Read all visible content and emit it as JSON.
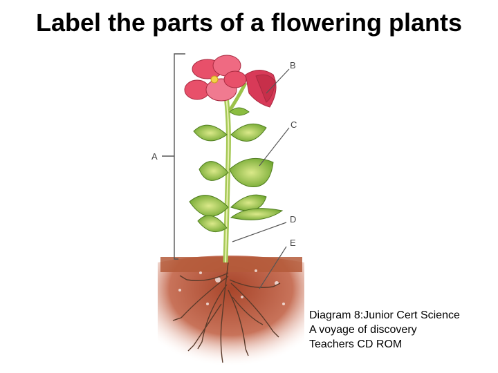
{
  "title": "Label the parts of a flowering plants",
  "labels": {
    "a": "A",
    "b": "B",
    "c": "C",
    "d": "D",
    "e": "E"
  },
  "caption": {
    "line1": "Diagram 8:Junior Cert Science",
    "line2": "A voyage of discovery",
    "line3": "Teachers CD ROM"
  },
  "colors": {
    "petal": "#e8506a",
    "petal_dark": "#c72f4a",
    "leaf": "#7fb53a",
    "leaf_light": "#c9e07a",
    "stem": "#9cc24a",
    "soil": "#b85a38",
    "root": "#5a3a2a",
    "line": "#555555"
  }
}
